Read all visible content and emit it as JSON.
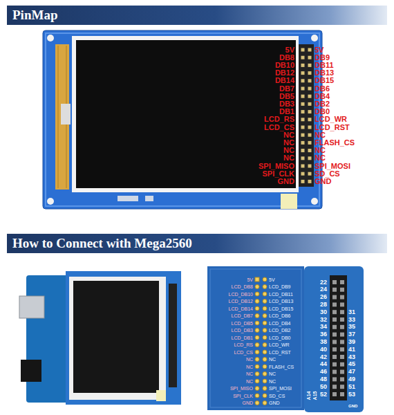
{
  "diagram": {
    "nodes": [
      {
        "text": [
          "PinMap"
        ]
      },
      {
        "text": [
          "How to Connect with Mega2560"
        ]
      }
    ],
    "labels": [
      "5V",
      "5V",
      "DB8",
      "DB9",
      "DB10",
      "DB11",
      "DB12",
      "DB13",
      "DB14",
      "DB15",
      "DB7",
      "DB6",
      "DB5",
      "DB4",
      "DB3",
      "DB2",
      "DB1",
      "DB0",
      "LCD_RS",
      "LCD_WR",
      "LCD_CS",
      "LCD_RST",
      "NC",
      "NC",
      "NC",
      "FLASH_CS",
      "NC",
      "NC",
      "NC",
      "NC",
      "SPI_MISO",
      "SPI_MOSI",
      "SPI_CLK",
      "SD_CS",
      "GND",
      "GND",
      "5V",
      "5V",
      "LCD_DB8",
      "LCD_DB9",
      "LCD_DB10",
      "LCD_DB11",
      "LCD_DB12",
      "LCD_DB13",
      "LCD_DB14",
      "LCD_DB15",
      "LCD_DB7",
      "LCD_DB6",
      "LCD_DB5",
      "LCD_DB4",
      "LCD_DB3",
      "LCD_DB2",
      "LCD_DB1",
      "LCD_DB0",
      "LCD_RS",
      "LCD_WR",
      "LCD_CS",
      "LCD_RST",
      "NC",
      "NC",
      "NC",
      "FLASH_CS",
      "NC",
      "NC",
      "NC",
      "NC",
      "SPI_MISO",
      "SPI_MOSI",
      "SPI_CLK",
      "SD_CS",
      "GND",
      "GND",
      "22",
      "24",
      "26",
      "28",
      "30",
      "32",
      "34",
      "36",
      "38",
      "40",
      "42",
      "44",
      "46",
      "48",
      "50",
      "52",
      "31",
      "33",
      "35",
      "37",
      "39",
      "41",
      "43",
      "45",
      "47",
      "49",
      "51",
      "53",
      "A14",
      "A15",
      "GND"
    ]
  }
}
